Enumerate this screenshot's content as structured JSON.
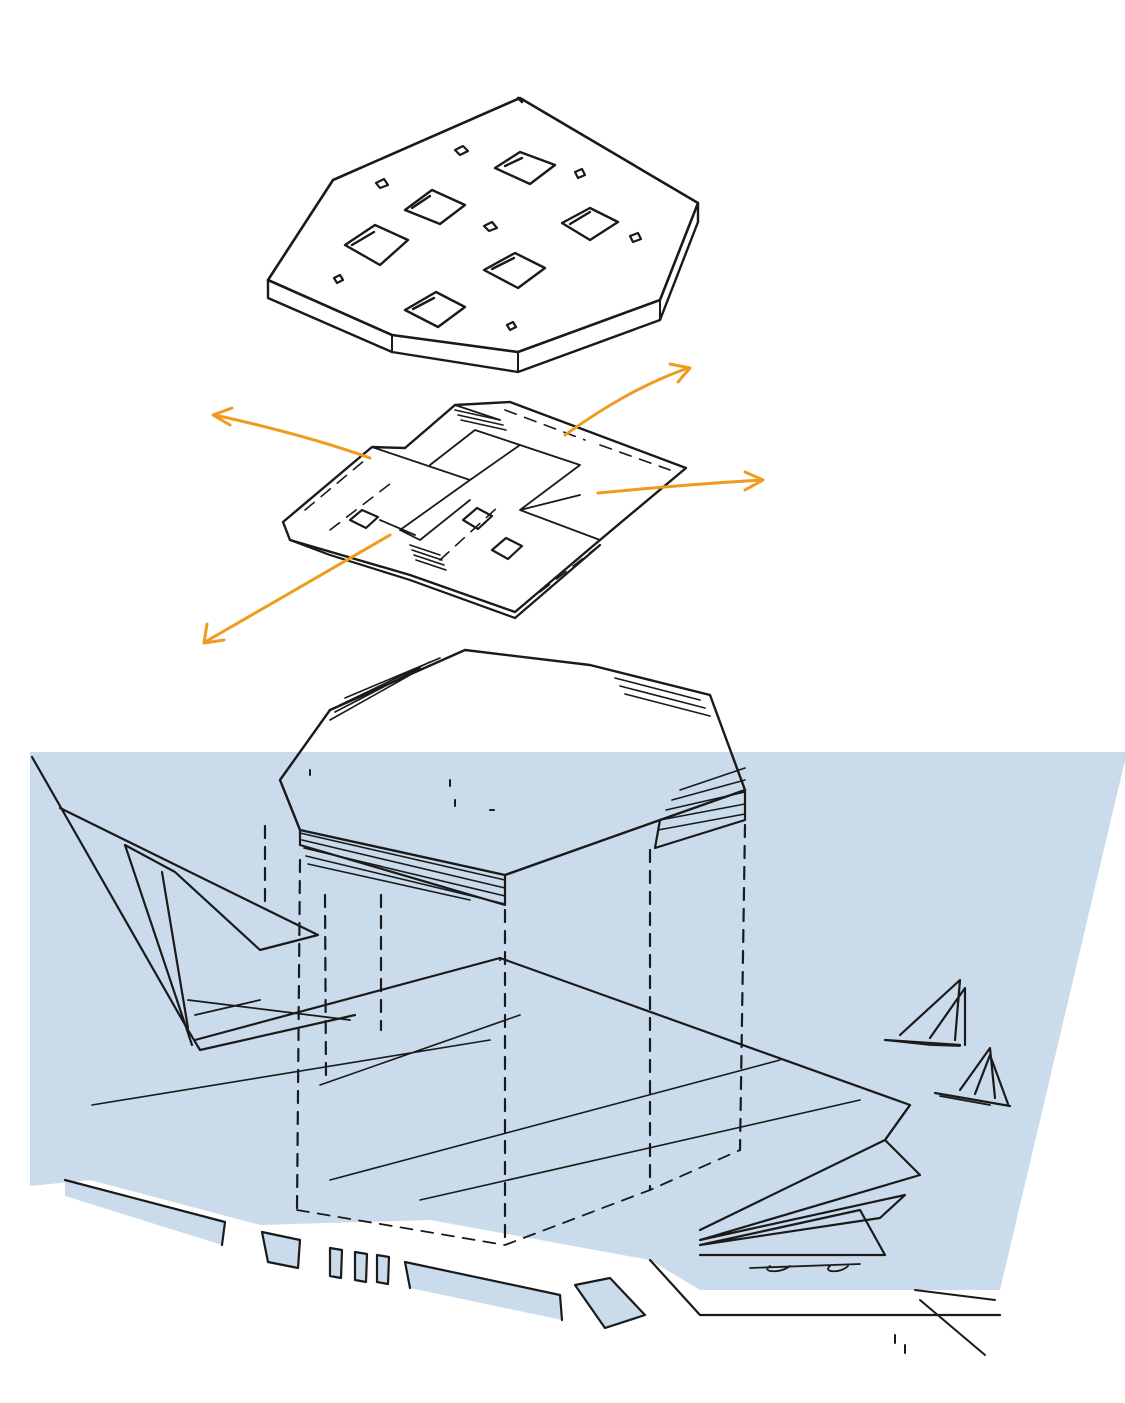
{
  "colors": {
    "ink": "#1a1a1a",
    "water": "#cadcec",
    "arrow": "#ef9b20",
    "paper": "#ffffff"
  },
  "layers": [
    "roof-slab",
    "program-floor-plan",
    "raised-volume",
    "ground-podium"
  ],
  "icons": [
    "sailboat-icon",
    "sailboat-icon",
    "arrow-icon",
    "arrow-icon",
    "arrow-icon",
    "arrow-icon"
  ]
}
